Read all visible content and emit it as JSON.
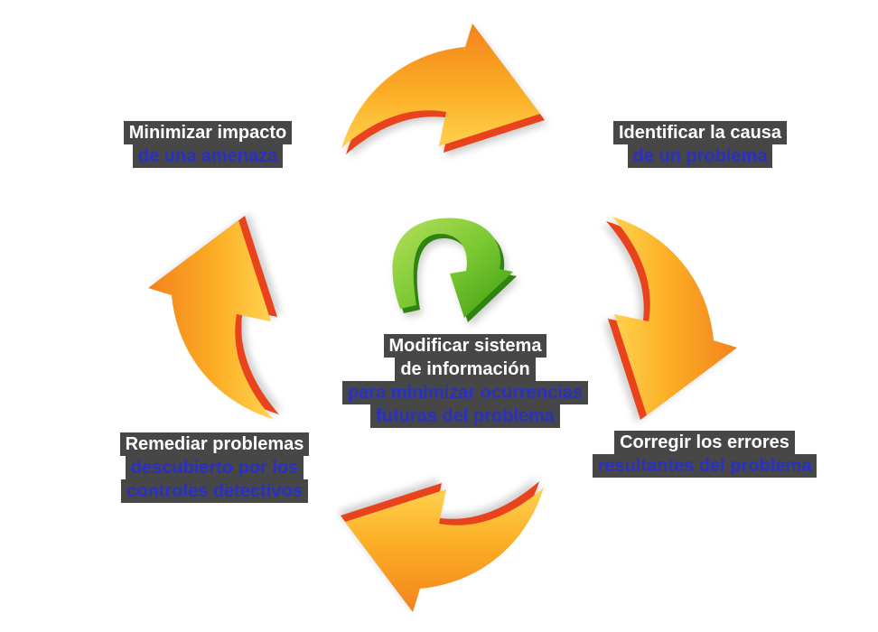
{
  "diagram": {
    "labels": {
      "top_left": {
        "line1": "Minimizar impacto",
        "line2": "de una amenaza"
      },
      "top_right": {
        "line1": "Identificar la causa",
        "line2": "de un problema"
      },
      "center": {
        "line1": "Modificar sistema",
        "line2": "de información",
        "line3": "para minimizar ocurrencias",
        "line4": "futuras del problema"
      },
      "bottom_right": {
        "line1": "Corregir los errores",
        "line2": "resultantes del problema"
      },
      "bottom_left": {
        "line1": "Remediar problemas",
        "line2": "descubierto por los",
        "line3": "controles detectivos"
      }
    },
    "icons": {
      "top": "cycle-arrow-top-icon",
      "right": "cycle-arrow-right-icon",
      "bottom": "cycle-arrow-bottom-icon",
      "left": "cycle-arrow-left-icon",
      "center": "loop-refresh-arrow-icon"
    },
    "colors": {
      "background": "#FFFFFF",
      "arrow_orange_dark": "#F4821E",
      "arrow_orange_mid": "#FBAE25",
      "arrow_orange_light": "#FFD24F",
      "arrow_orange_shadow": "#E8431C",
      "arrow_green_light": "#B5E05A",
      "arrow_green_mid": "#7AC832",
      "arrow_green_dark": "#3F9D10",
      "arrow_green_shadow": "#2F8310",
      "label_background": "#2D2D2D",
      "label_text_primary": "#FFFFFF",
      "label_text_secondary": "#2A30C5"
    }
  }
}
